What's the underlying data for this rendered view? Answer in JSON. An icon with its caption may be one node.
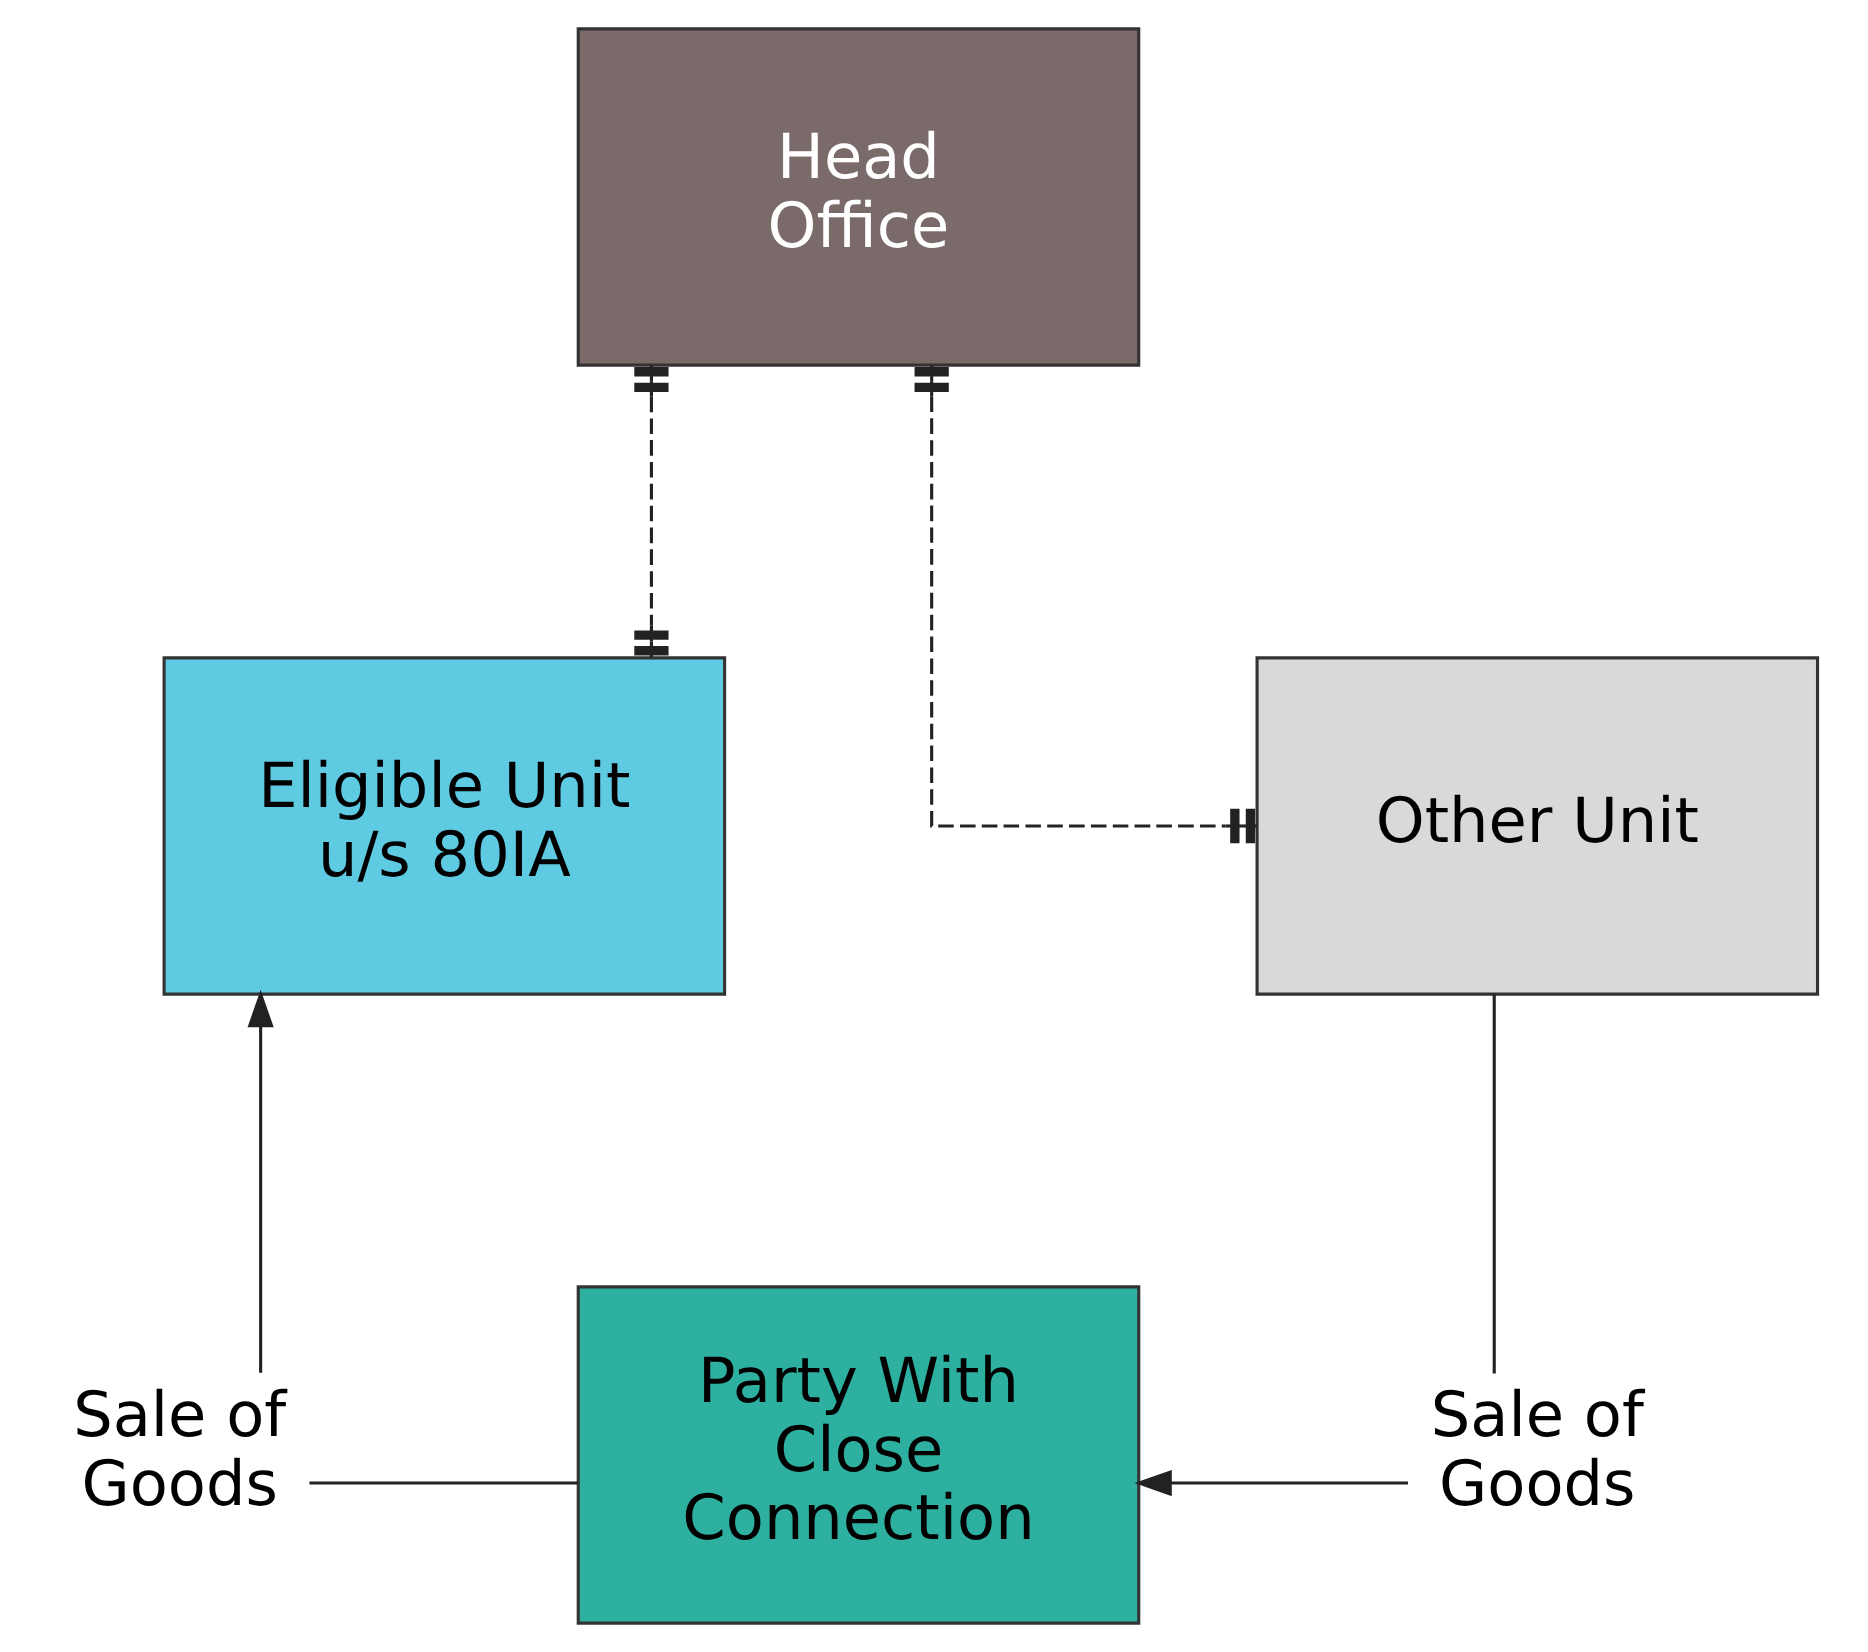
{
  "diagram": {
    "nodes": [
      {
        "text": [
          "Head Office"
        ]
      },
      {
        "text": [
          "Eligible Unit u/s 80IA"
        ]
      },
      {
        "text": [
          "Other Unit"
        ]
      },
      {
        "text": [
          "Sale of Goods"
        ]
      },
      {
        "text": [
          "Party With Close Connection"
        ]
      },
      {
        "text": [
          "Sale of Goods"
        ]
      }
    ],
    "edges": [
      {
        "from": 0,
        "to": 1,
        "arrow": "other",
        "style": "dashed"
      },
      {
        "from": 0,
        "to": 2,
        "arrow": "other",
        "style": "dashed"
      },
      {
        "from": 2,
        "to": 5,
        "arrow": "none"
      },
      {
        "from": 5,
        "to": 4,
        "arrow": "to"
      },
      {
        "from": 4,
        "to": 3,
        "arrow": "none"
      },
      {
        "from": 3,
        "to": 1,
        "arrow": "to"
      }
    ]
  }
}
